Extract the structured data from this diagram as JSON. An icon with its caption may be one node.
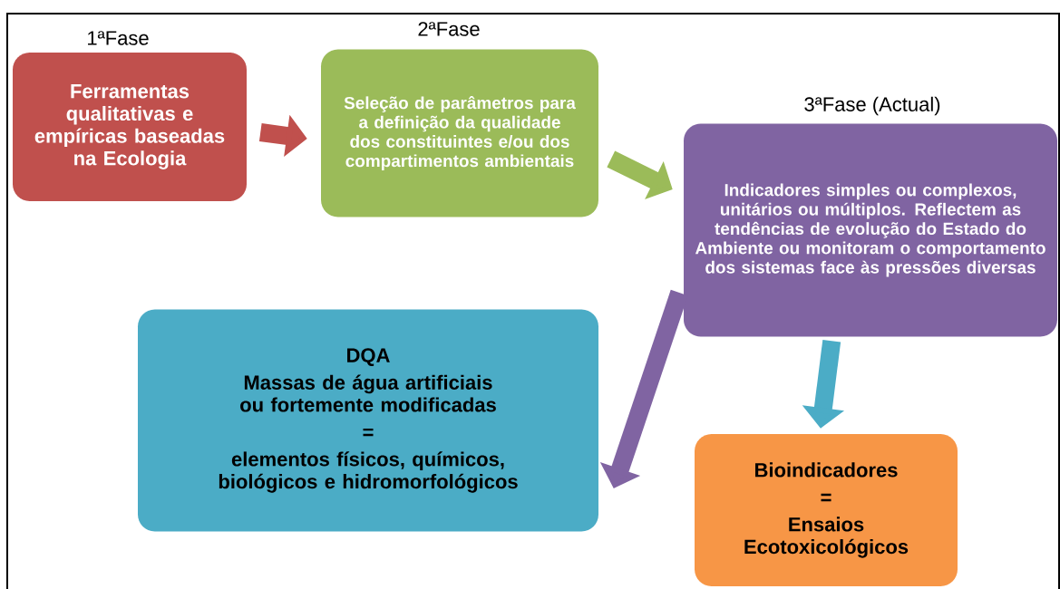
{
  "diagram": {
    "nodes": [
      {
        "text": [
          "1ªFase",
          "Ferramentas qualitativas e empíricas baseadas na Ecologia"
        ]
      },
      {
        "text": [
          "2ªFase",
          "Seleção de parâmetros para a definição da qualidade dos constituintes e/ou dos compartimentos ambientais"
        ]
      },
      {
        "text": [
          "3ªFase (Actual)",
          "Indicadores simples ou complexos, unitários ou múltiplos. Reflectem as tendências de evolução do Estado do Ambiente ou monitoram o comportamento dos sistemas face às pressões diversas"
        ]
      },
      {
        "text": [
          "DQA",
          "Massas de água artificiais ou fortemente modificadas",
          "=",
          "elementos físicos, químicos, biológicos e hidromorfológicos"
        ]
      },
      {
        "text": [
          "Bioindicadores",
          "=",
          "Ensaios Ecotoxicológicos"
        ]
      }
    ],
    "edges": [
      {
        "from": 0,
        "to": 1,
        "arrow": "to",
        "color": "#c0504d"
      },
      {
        "from": 1,
        "to": 2,
        "arrow": "to",
        "color": "#9bbb59"
      },
      {
        "from": 2,
        "to": 3,
        "arrow": "to",
        "color": "#8064a2"
      },
      {
        "from": 2,
        "to": 4,
        "arrow": "to",
        "color": "#4bacc6"
      }
    ]
  }
}
